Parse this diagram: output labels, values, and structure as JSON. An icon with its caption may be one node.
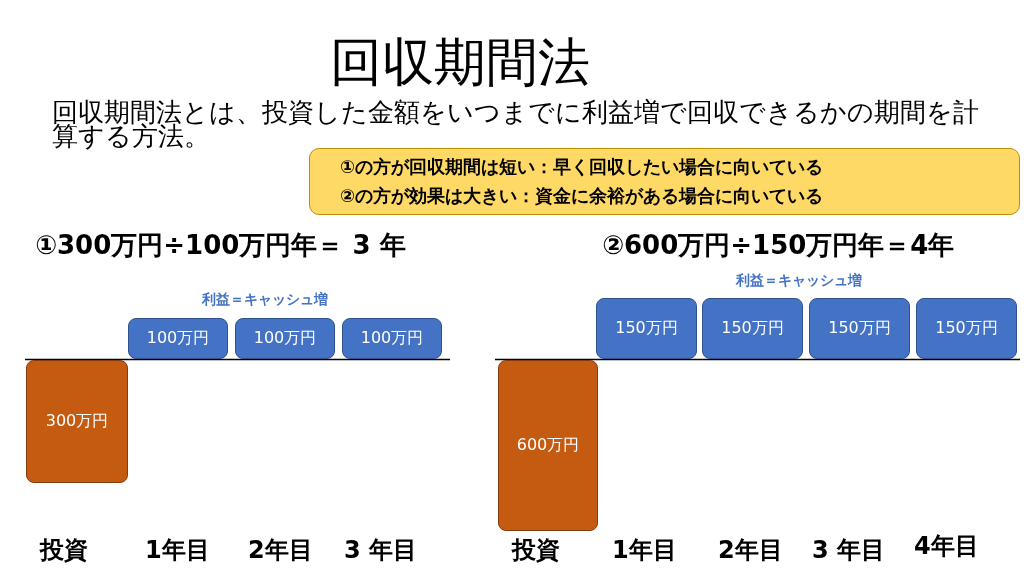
{
  "diagram": {
    "title": "回収期間法",
    "nodes": [
      {
        "text": [
          "①の方が回収期間は短い：早く回収したい場合に向いている",
          "②の方が効果は大きい：資金に余裕がある場合に向いている"
        ]
      },
      {
        "text": [
          "300万円"
        ]
      },
      {
        "text": [
          "100万円"
        ]
      },
      {
        "text": [
          "100万円"
        ]
      },
      {
        "text": [
          "100万円"
        ]
      },
      {
        "text": [
          "600万円"
        ]
      },
      {
        "text": [
          "150万円"
        ]
      },
      {
        "text": [
          "150万円"
        ]
      },
      {
        "text": [
          "150万円"
        ]
      },
      {
        "text": [
          "150万円"
        ]
      }
    ],
    "edges": [],
    "labels": [
      "回収期間法とは、投資した金額をいつまでに利益増で回収できるかの期間を計算する方法。",
      "①300万円÷100万円年＝ 3 年",
      "②600万円÷150万円年＝4年",
      "利益＝キャッシュ増",
      "利益＝キャッシュ増",
      "投資",
      "1年目",
      "2年目",
      "3 年目",
      "投資",
      "1年目",
      "2年目",
      "3 年目",
      "4年目"
    ]
  }
}
